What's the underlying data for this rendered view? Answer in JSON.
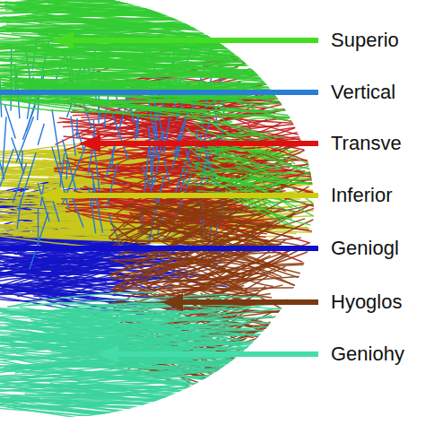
{
  "diagram": {
    "labels": [
      "Superio",
      "Vertical",
      "Transve",
      "Inferior",
      "Geniogl",
      "Hyoglos",
      "Geniohy"
    ]
  }
}
